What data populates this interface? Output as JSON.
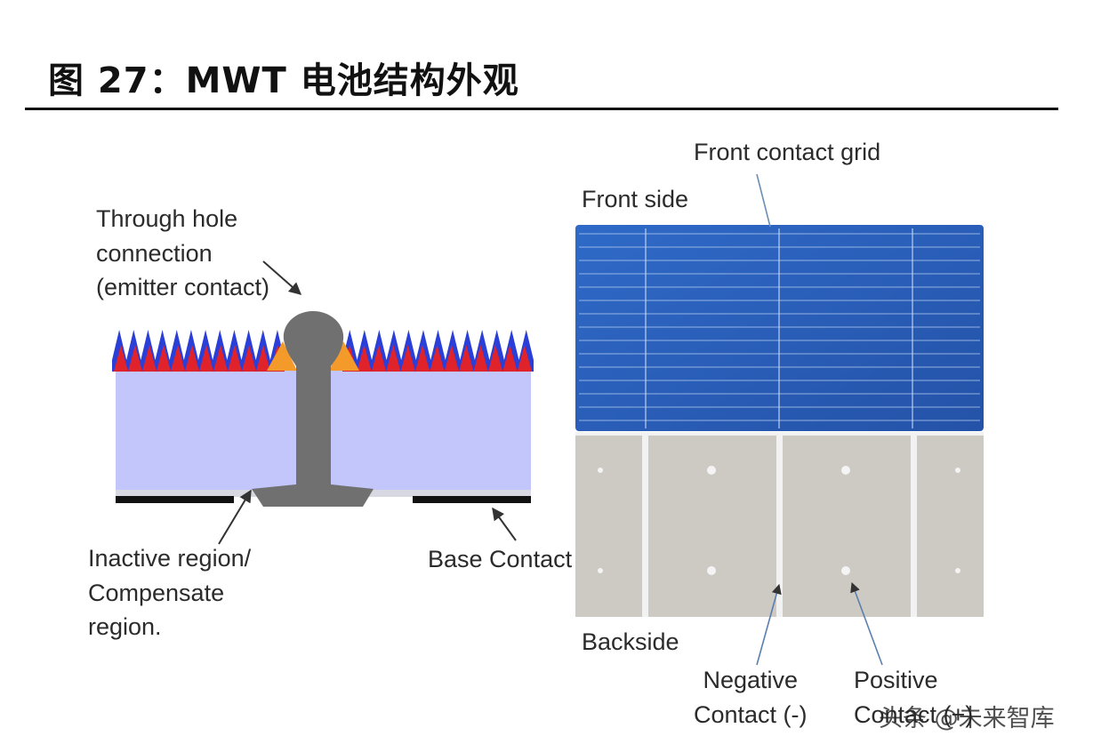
{
  "title": "图 27：MWT 电池结构外观",
  "labels": {
    "through_hole": [
      "Through hole",
      "connection",
      "(emitter contact)"
    ],
    "inactive_region": [
      "Inactive region/",
      "Compensate",
      "region."
    ],
    "base_contact": "Base Contact",
    "front_contact_grid": "Front contact grid",
    "front_side": "Front side",
    "backside": "Backside",
    "negative_contact": [
      "Negative",
      "Contact (-)"
    ],
    "positive_contact": [
      "Positive",
      "Contact (+)"
    ]
  },
  "watermark": "头条 @未来智库",
  "colors": {
    "emitter_blue": "#2a3fd8",
    "emitter_red": "#e0222a",
    "passivation_orange": "#f39a2b",
    "wafer": "#c3c6fb",
    "via_metal": "#707070",
    "cell_blue": "#2f6ac4",
    "backside_grey": "#cdc9c3"
  }
}
